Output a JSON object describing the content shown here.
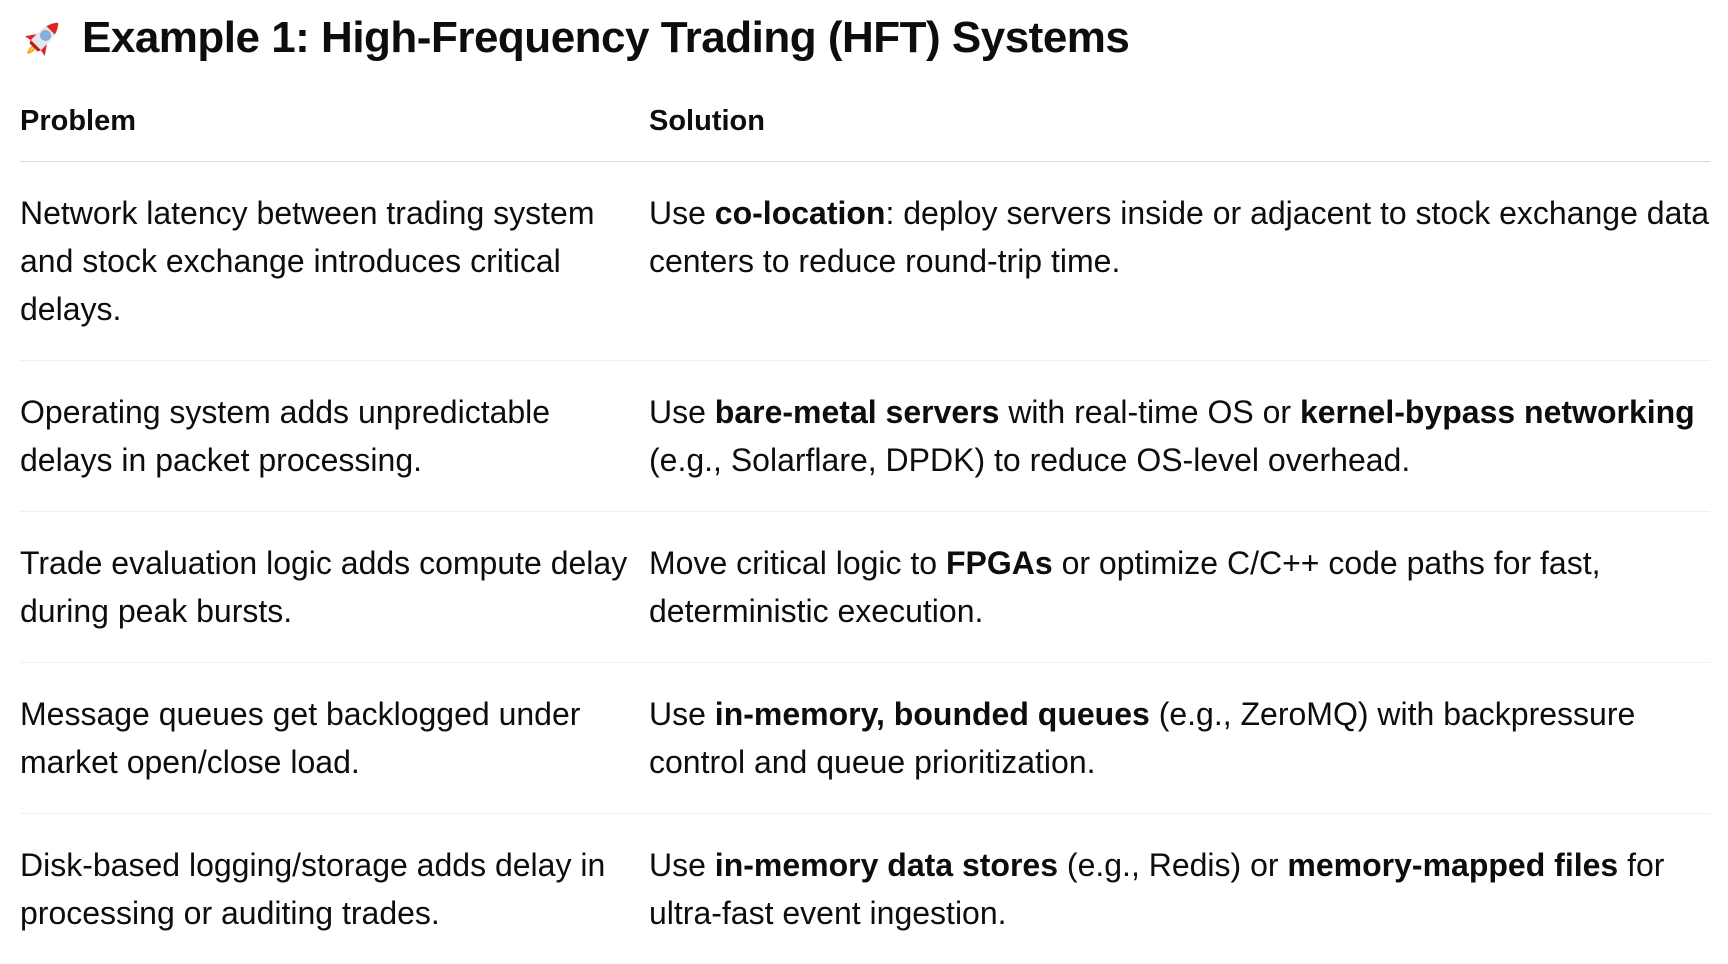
{
  "page": {
    "emoji": "🚀",
    "title": "Example 1: High-Frequency Trading (HFT) Systems"
  },
  "icons": {
    "title_icon": "rocket-icon"
  },
  "table": {
    "headers": {
      "problem": "Problem",
      "solution": "Solution"
    },
    "rows": [
      {
        "problem": "Network latency between trading system and stock exchange introduces critical delays.",
        "solution_segments": [
          {
            "text": "Use ",
            "bold": false
          },
          {
            "text": "co-location",
            "bold": true
          },
          {
            "text": ": deploy servers inside or adjacent to stock exchange data centers to reduce round-trip time.",
            "bold": false
          }
        ]
      },
      {
        "problem": "Operating system adds unpredictable delays in packet processing.",
        "solution_segments": [
          {
            "text": "Use ",
            "bold": false
          },
          {
            "text": "bare-metal servers",
            "bold": true
          },
          {
            "text": " with real-time OS or ",
            "bold": false
          },
          {
            "text": "kernel-bypass networking",
            "bold": true
          },
          {
            "text": " (e.g., Solarflare, DPDK) to reduce OS-level overhead.",
            "bold": false
          }
        ]
      },
      {
        "problem": "Trade evaluation logic adds compute delay during peak bursts.",
        "solution_segments": [
          {
            "text": "Move critical logic to ",
            "bold": false
          },
          {
            "text": "FPGAs",
            "bold": true
          },
          {
            "text": " or optimize C/C++ code paths for fast, deterministic execution.",
            "bold": false
          }
        ]
      },
      {
        "problem": "Message queues get backlogged under market open/close load.",
        "solution_segments": [
          {
            "text": "Use ",
            "bold": false
          },
          {
            "text": "in-memory, bounded queues",
            "bold": true
          },
          {
            "text": " (e.g., ZeroMQ) with backpressure control and queue prioritization.",
            "bold": false
          }
        ]
      },
      {
        "problem": "Disk-based logging/storage adds delay in processing or auditing trades.",
        "solution_segments": [
          {
            "text": "Use ",
            "bold": false
          },
          {
            "text": "in-memory data stores",
            "bold": true
          },
          {
            "text": " (e.g., Redis) or ",
            "bold": false
          },
          {
            "text": "memory-mapped files",
            "bold": true
          },
          {
            "text": " for ultra-fast event ingestion.",
            "bold": false
          }
        ]
      }
    ]
  },
  "colors": {
    "text": "#0d0d0d",
    "background": "#ffffff",
    "header_divider": "#d9d9d9",
    "row_divider": "#efefef"
  }
}
